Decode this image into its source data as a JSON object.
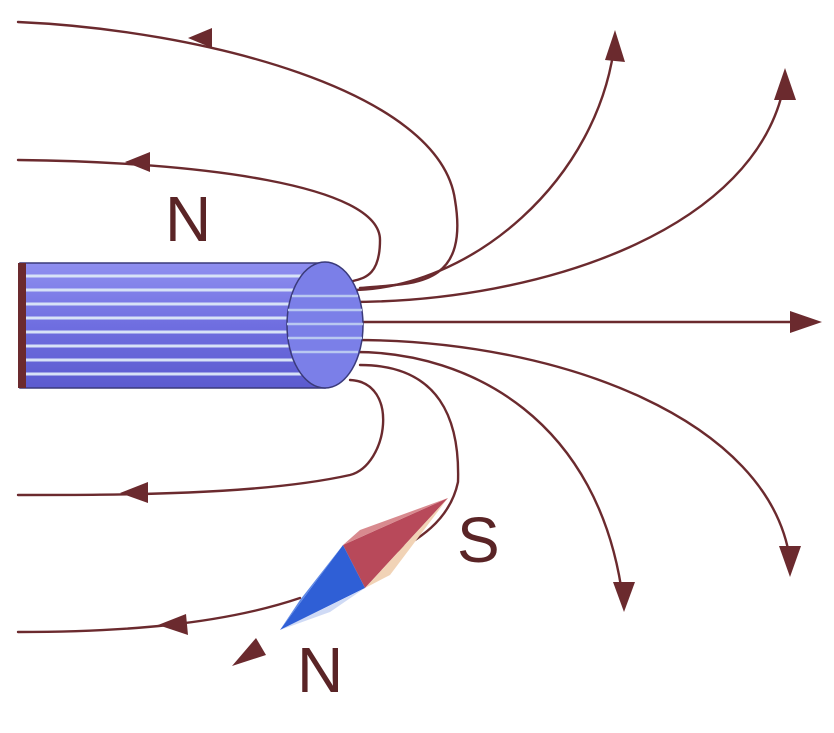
{
  "labels": {
    "magnet_north": "N",
    "compass_south": "S",
    "compass_north": "N"
  },
  "colors": {
    "field_line": "#6b2a2e",
    "magnet_blue": "#6f6ee0",
    "magnet_stripe": "#c9d6f4",
    "compass_north_half": "#2f5fd6",
    "compass_south_half": "#b8495a",
    "label": "#5a2426"
  },
  "icons": [
    "bar-magnet-icon",
    "compass-needle-icon"
  ]
}
